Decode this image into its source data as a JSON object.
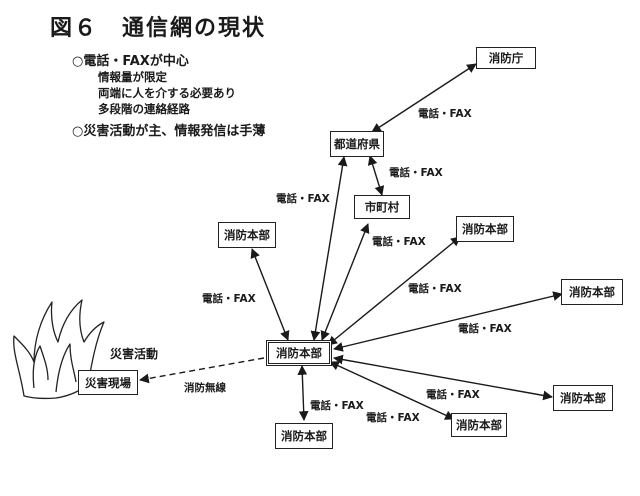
{
  "title": "図６　通信網の現状",
  "notes": {
    "bullet1": "○電話・FAXが中心",
    "sub1": "情報量が限定",
    "sub2": "両端に人を介する必要あり",
    "sub3": "多段階の連絡経路",
    "bullet2": "○災害活動が主、情報発信は手薄"
  },
  "nodes": {
    "shobocho": "消防庁",
    "todofuken": "都道府県",
    "shichoson": "市町村",
    "honbu_center": "消防本部",
    "honbu_upper_left": "消防本部",
    "honbu_upper_right": "消防本部",
    "honbu_right": "消防本部",
    "honbu_lower_right": "消防本部",
    "honbu_lower_mid": "消防本部",
    "honbu_bottom": "消防本部",
    "saigai_genba": "災害現場"
  },
  "labels": {
    "fax_shobocho": "電話・FAX",
    "fax_shichoson": "電話・FAX",
    "fax_todofuken": "電話・FAX",
    "fax_center_shichoson": "電話・FAX",
    "fax_upper_left": "電話・FAX",
    "fax_upper_right": "電話・FAX",
    "fax_right": "電話・FAX",
    "fax_lower_right": "電話・FAX",
    "fax_bottom": "電話・FAX",
    "fax_lower_mid": "電話・FAX",
    "saigai_katsudo": "災害活動",
    "shobo_musen": "消防無線"
  },
  "colors": {
    "ink": "#1a1a1a",
    "fire": "#222222"
  }
}
